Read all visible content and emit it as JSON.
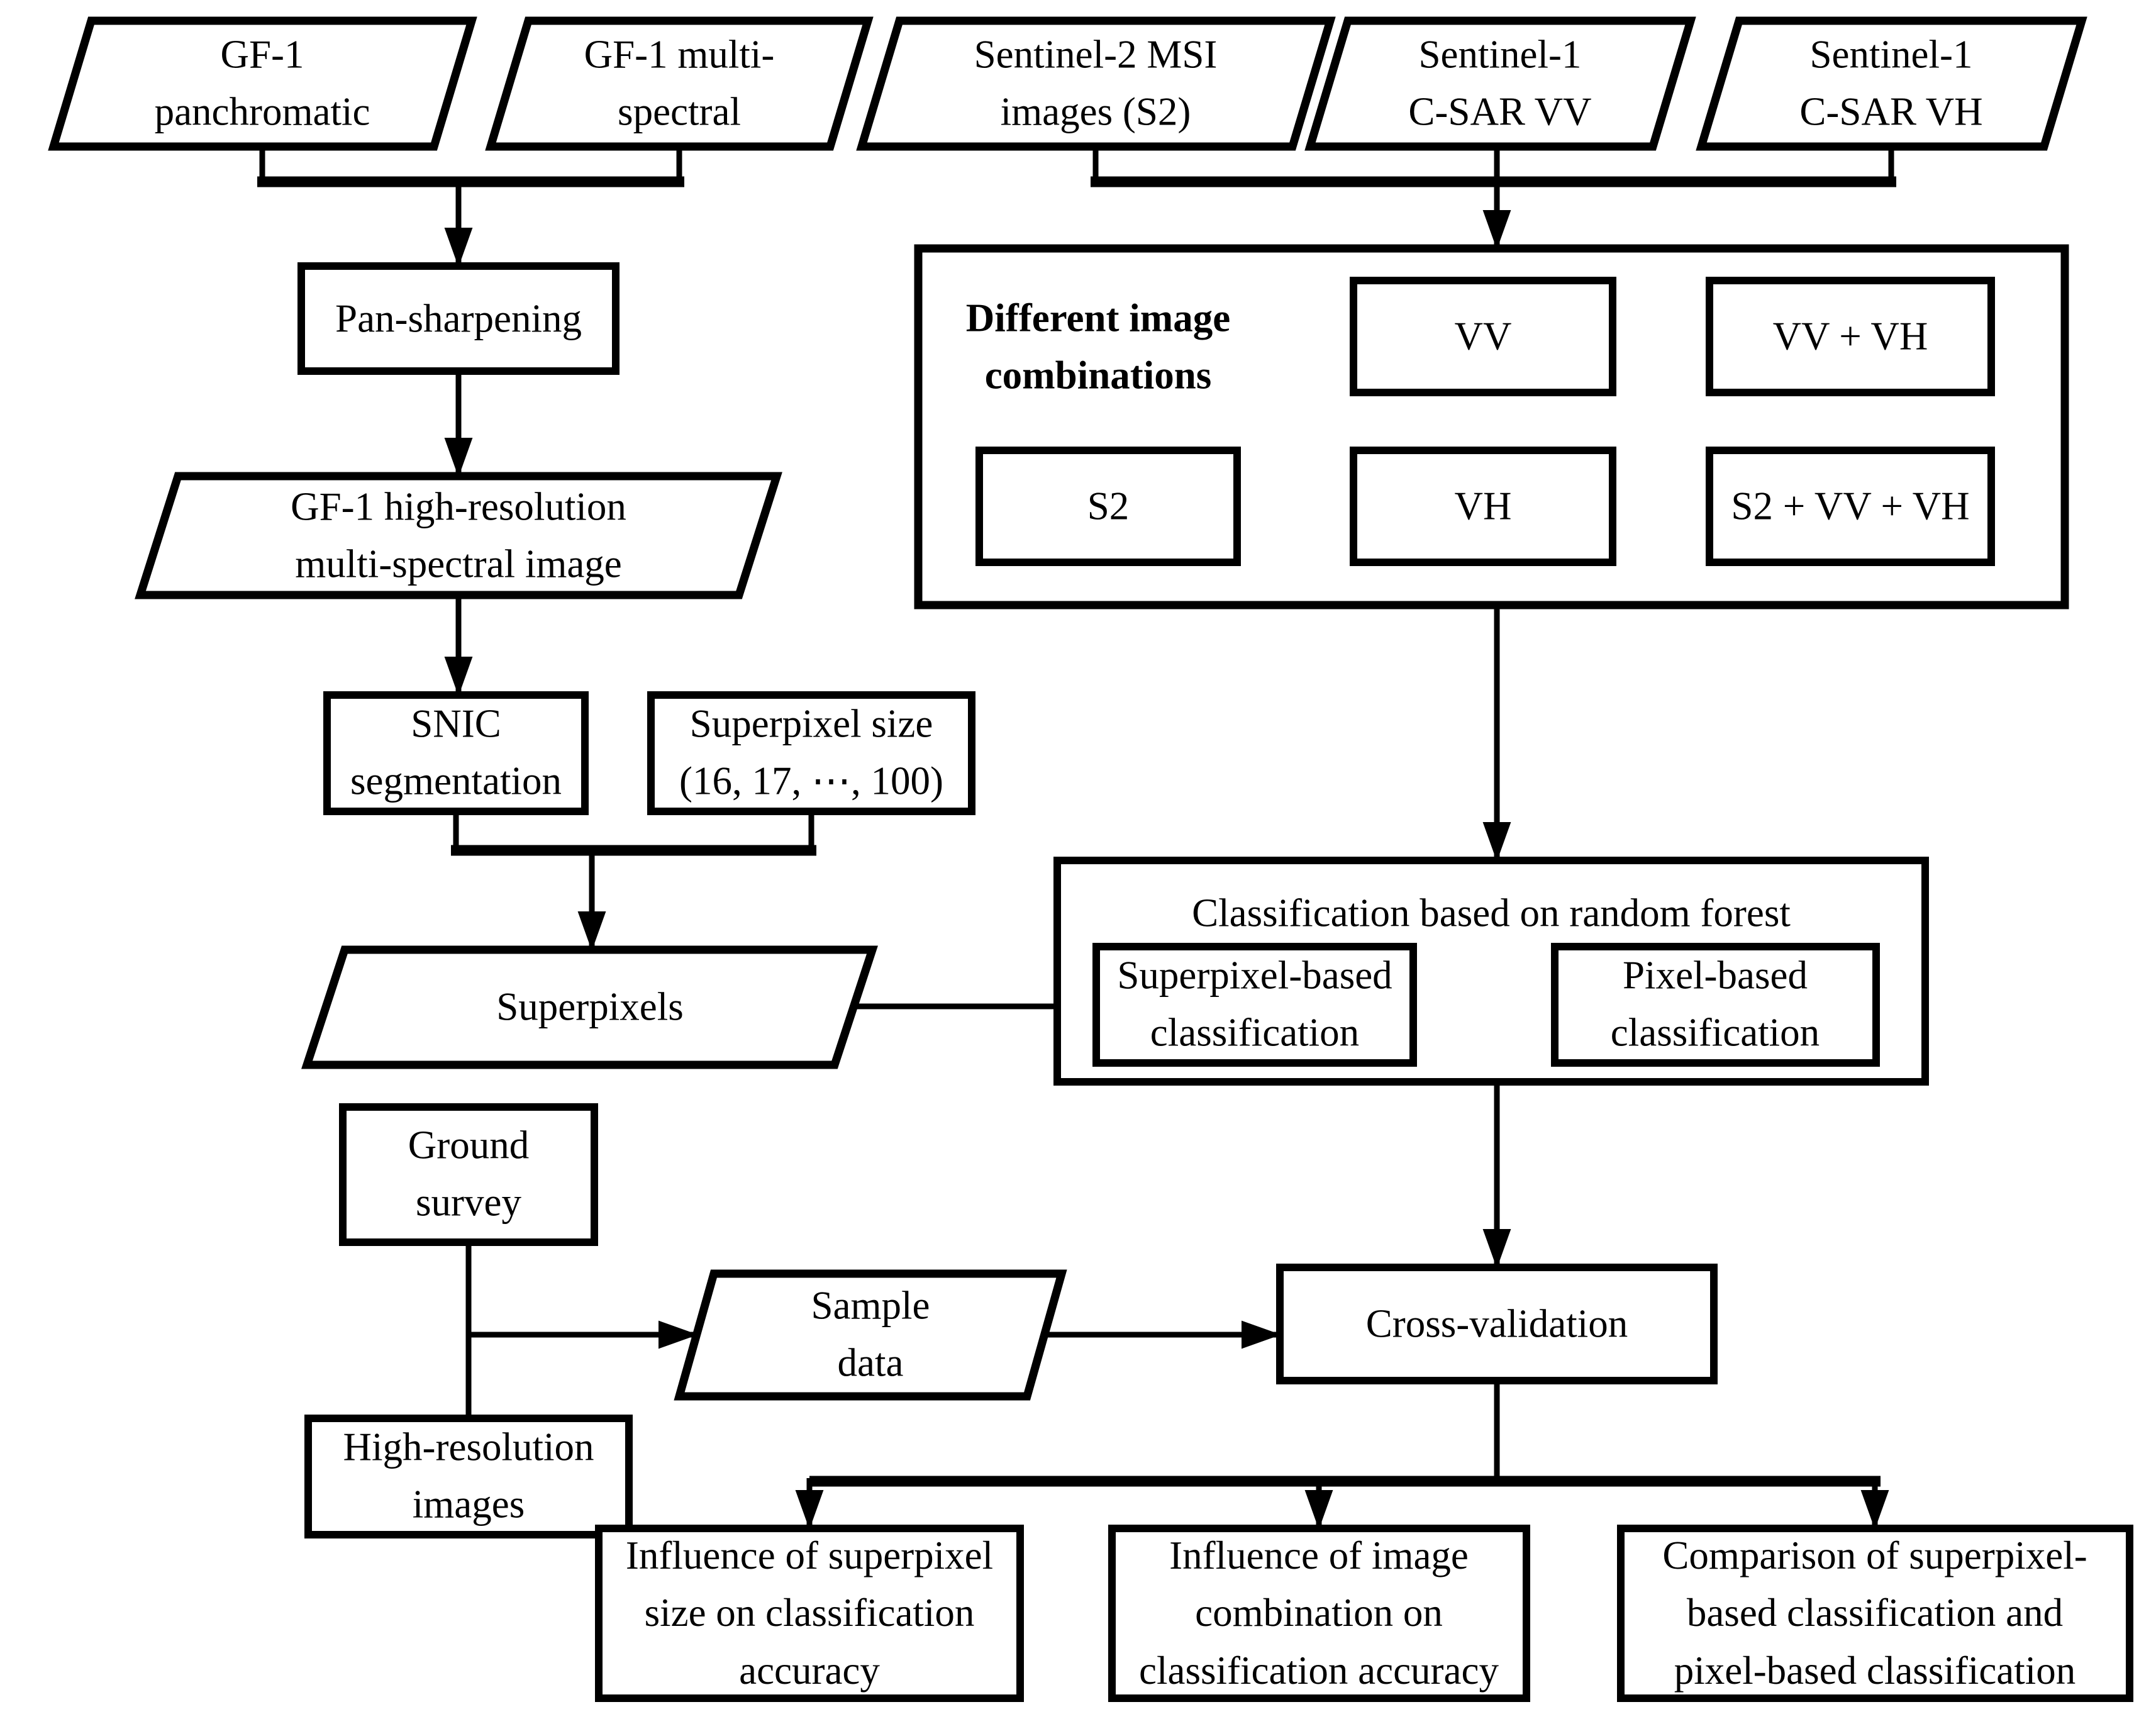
{
  "figure": {
    "type": "methodology-flowchart",
    "ink_color": "#000000",
    "background_color": "#ffffff"
  },
  "labels": {
    "gf1_panchromatic": "GF-1\npanchromatic",
    "gf1_multispectral": "GF-1 multi-\nspectral",
    "sentinel2_msi": "Sentinel-2 MSI\nimages (S2)",
    "sentinel1_vv": "Sentinel-1\nC-SAR VV",
    "sentinel1_vh": "Sentinel-1\nC-SAR VH",
    "pan_sharpening": "Pan-sharpening",
    "gf1_highres": "GF-1 high-resolution\nmulti-spectral image",
    "snic": "SNIC\nsegmentation",
    "superpixel_size": "Superpixel size\n(16, 17, ⋯, 100)",
    "superpixels": "Superpixels",
    "combinations_title": "Different image\ncombinations",
    "combo_vv": "VV",
    "combo_vv_vh": "VV + VH",
    "combo_s2": "S2",
    "combo_vh": "VH",
    "combo_s2_vv_vh": "S2 + VV + VH",
    "classification_title": "Classification based on random forest",
    "superpixel_based": "Superpixel-based\nclassification",
    "pixel_based": "Pixel-based\nclassification",
    "ground_survey": "Ground\nsurvey",
    "sample_data": "Sample\ndata",
    "highres_images": "High-resolution\nimages",
    "cross_validation": "Cross-validation",
    "outcome_superpixel_size": "Influence of superpixel\nsize on classification\naccuracy",
    "outcome_image_combination": "Influence of image\ncombination on\nclassification accuracy",
    "outcome_comparison": "Comparison of superpixel-\nbased classification and\npixel-based classification"
  }
}
